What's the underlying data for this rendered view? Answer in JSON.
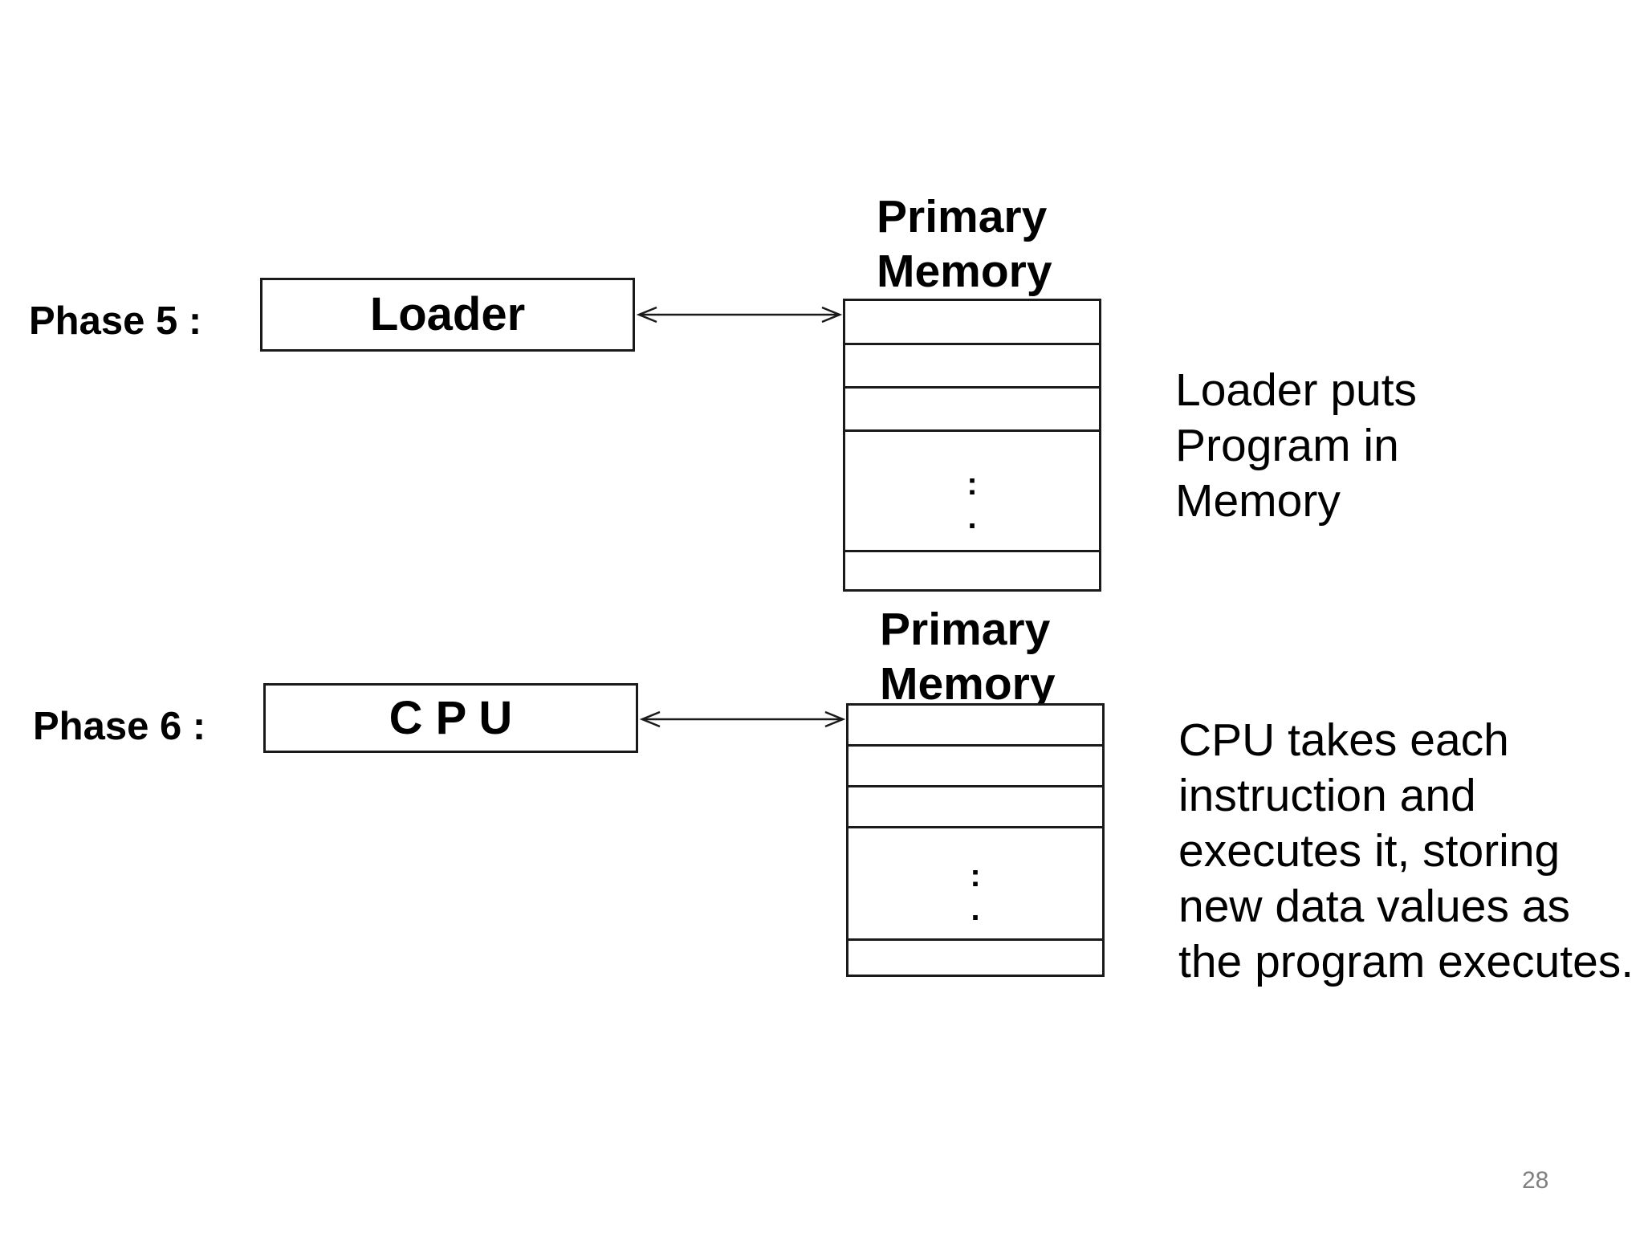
{
  "phase5": {
    "label": "Phase 5 :",
    "component": "Loader",
    "memory_title": [
      "Primary",
      "Memory"
    ],
    "memory_ellipsis": ":",
    "memory_ellipsis_dot": ".",
    "description": [
      "Loader puts",
      "Program in",
      "Memory"
    ]
  },
  "phase6": {
    "label": "Phase 6 :",
    "component": "C P U",
    "memory_title": [
      "Primary",
      "Memory"
    ],
    "memory_ellipsis": ":",
    "memory_ellipsis_dot": ".",
    "description": [
      "CPU takes each",
      "instruction and",
      "executes it, storing",
      "new data values as",
      "the program executes."
    ]
  },
  "page_number": "28",
  "colors": {
    "line": "#1a1a1a",
    "text": "#000000",
    "page_number": "#808080",
    "background": "#ffffff"
  }
}
